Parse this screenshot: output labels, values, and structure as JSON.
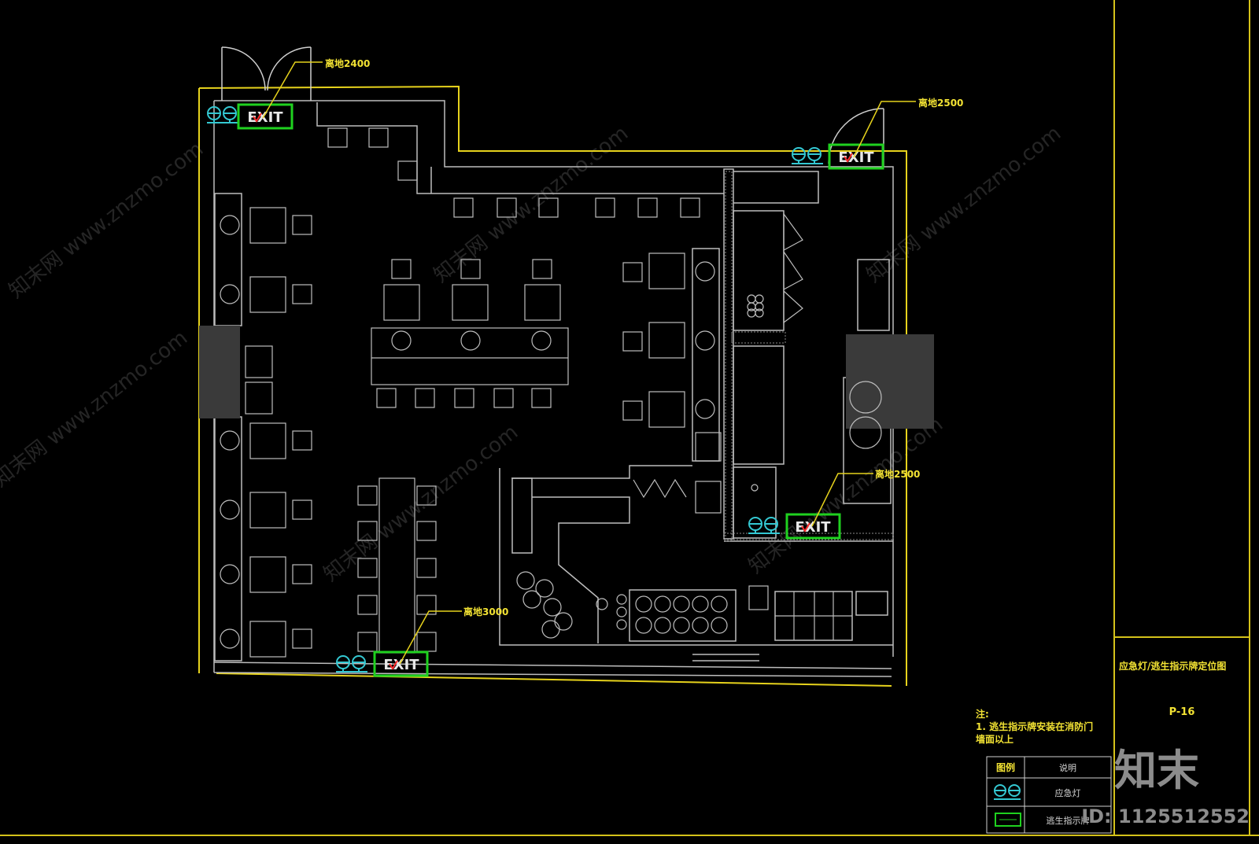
{
  "exit_signs": [
    {
      "text": "EXIT",
      "height_note": "离地2400"
    },
    {
      "text": "EXIT",
      "height_note": "离地2500"
    },
    {
      "text": "EXIT",
      "height_note": "离地2500"
    },
    {
      "text": "EXIT",
      "height_note": "离地3000"
    }
  ],
  "title_block": {
    "drawing_title": "应急灯/逃生指示牌定位图",
    "drawing_number": "P-16"
  },
  "notes": {
    "heading": "注:",
    "line1": "1. 逃生指示牌安装在消防门",
    "line2": "墙面以上"
  },
  "legend": {
    "header_symbol": "图例",
    "header_desc": "说明",
    "rows": [
      {
        "symbol": "emergency-light-icon",
        "desc": "应急灯"
      },
      {
        "symbol": "exit-sign-icon",
        "desc": "逃生指示牌"
      }
    ]
  },
  "watermark": {
    "text": "知末网 www.znzmo.com",
    "brand": "知末",
    "id": "ID: 1125512552"
  },
  "colors": {
    "background": "#000000",
    "walls": "#c8c8c8",
    "border": "#e6d21c",
    "exit_sign": "#1fd11f",
    "emergency_light": "#34c8d2",
    "exit_text": "#ff2a2a"
  }
}
